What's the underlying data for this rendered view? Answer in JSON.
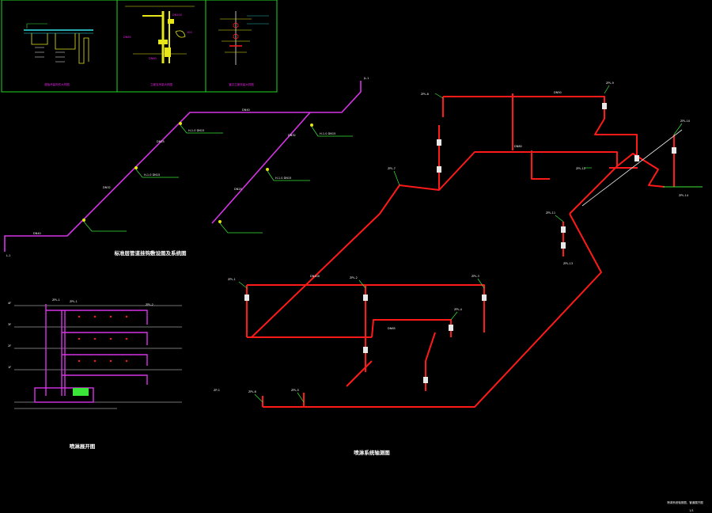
{
  "colors": {
    "background": "#000000",
    "frame": "#1fd81f",
    "sprinkler_pipe": "#ff1a1a",
    "gas_pipe": "#d633e6",
    "branch": "#cfcfcf",
    "label_magenta": "#e020e0",
    "label_green": "#39e639",
    "label_yellow": "#e6e61a",
    "label_white": "#ffffff",
    "label_cyan": "#33e6e6",
    "ground_line": "#e8e8e8"
  },
  "detail_panels": {
    "detail_a_caption": "楼板吊装构件大样图",
    "detail_b_caption": "立管支吊架大样图",
    "detail_c_caption": "管井立管安装大样图",
    "detail_b_tags": [
      "DN100",
      "DN65",
      "DN80"
    ],
    "detail_b_dim": "100"
  },
  "gas_system": {
    "caption": "标准层管道挂钩敷设图及系统图",
    "outlet_tag": "L-1",
    "riser_tag": "JL-1",
    "segment_labels": [
      "DN40",
      "DN32",
      "DN25",
      "DN40",
      "DN32",
      "DN25"
    ],
    "branch_notes": [
      "H-1.0 DN15",
      "H-1.0 DN15",
      "H-1.0 DN15",
      "H-1.0 DN15"
    ]
  },
  "elevation": {
    "caption": "喷淋展开图",
    "floor_marks": [
      "4F",
      "3F",
      "2F",
      "1F"
    ],
    "riser_tags": [
      "ZPL-1",
      "ZPL-1",
      "ZPL-2"
    ]
  },
  "sprinkler_system": {
    "caption": "喷淋系统轴测图",
    "inlet_tag": "ZP-1",
    "valve_tags": [
      "ZPL-1",
      "ZPL-2",
      "ZPL-3",
      "ZPL-4",
      "ZPL-5",
      "ZPL-6",
      "ZPL-7",
      "ZPL-8",
      "ZPL-9",
      "ZPL-10",
      "ZPL-11",
      "ZPL-12",
      "ZPL-13",
      "ZPL-14"
    ],
    "size_labels": [
      "DN100",
      "DN80",
      "DN65",
      "DN50"
    ]
  },
  "title_block": {
    "sheet_title": "喷淋系统轴测图、管道展开图",
    "page_mark": "1/1"
  }
}
